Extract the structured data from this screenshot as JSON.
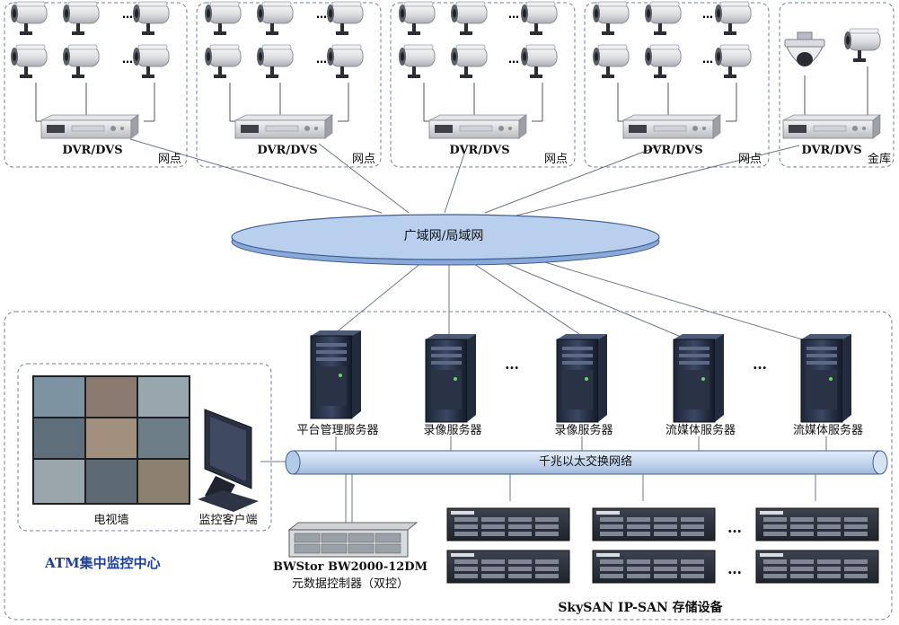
{
  "sites": [
    {
      "device": "DVR/DVS",
      "tag": "网点"
    },
    {
      "device": "DVR/DVS",
      "tag": "网点"
    },
    {
      "device": "DVR/DVS",
      "tag": "网点"
    },
    {
      "device": "DVR/DVS",
      "tag": "网点"
    },
    {
      "device": "DVR/DVS",
      "tag": "金库"
    }
  ],
  "network_label": "广域网/局域网",
  "servers": [
    "平台管理服务器",
    "录像服务器",
    "录像服务器",
    "流媒体服务器",
    "流媒体服务器"
  ],
  "ellipsis": "…",
  "backbone_label": "千兆以太交换网络",
  "tv_wall_label": "电视墙",
  "client_label": "监控客户端",
  "center_title": "ATM集中监控中心",
  "controller_line1": "BWStor BW2000-12DM",
  "controller_line2": "元数据控制器（双控）",
  "storage_label": "SkySAN IP-SAN 存储设备",
  "colors": {
    "ellipse_fill": "#b9cfee",
    "backbone_fill": "#c8daf0",
    "border_dash": "#6d7f96",
    "center_title": "#1c3fa0"
  }
}
